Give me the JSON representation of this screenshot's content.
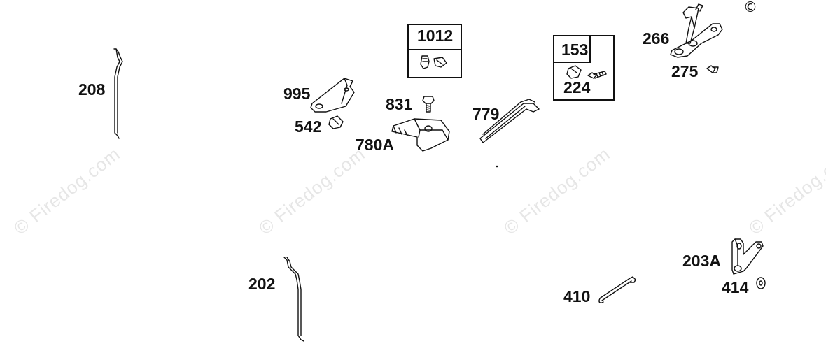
{
  "watermark": {
    "text": "© Firedog.com"
  },
  "copyright_symbol": "©",
  "callout_boxes": [
    {
      "id": "1012",
      "label": "1012"
    },
    {
      "id": "153",
      "label": "153"
    }
  ],
  "part_labels": [
    {
      "id": "208",
      "label": "208"
    },
    {
      "id": "995",
      "label": "995"
    },
    {
      "id": "542",
      "label": "542"
    },
    {
      "id": "831",
      "label": "831"
    },
    {
      "id": "780A",
      "label": "780A"
    },
    {
      "id": "779",
      "label": "779"
    },
    {
      "id": "224",
      "label": "224"
    },
    {
      "id": "266",
      "label": "266"
    },
    {
      "id": "275",
      "label": "275"
    },
    {
      "id": "202",
      "label": "202"
    },
    {
      "id": "410",
      "label": "410"
    },
    {
      "id": "203A",
      "label": "203A"
    },
    {
      "id": "414",
      "label": "414"
    }
  ]
}
